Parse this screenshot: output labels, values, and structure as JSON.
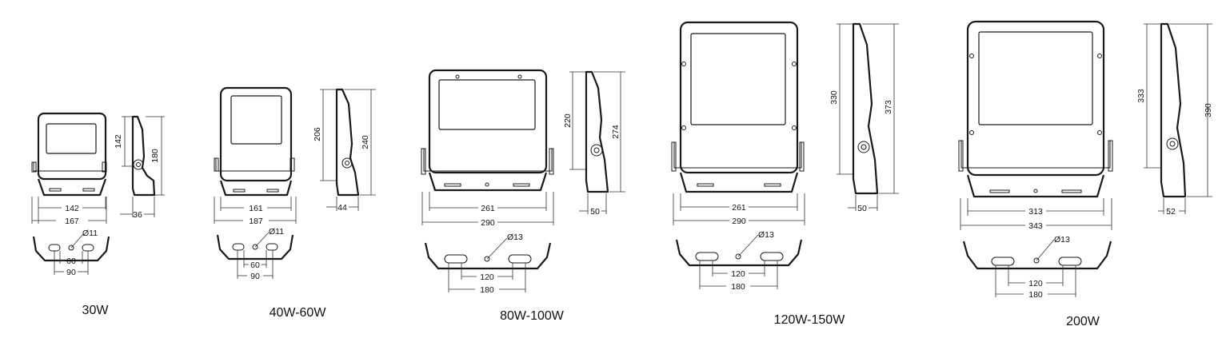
{
  "models": [
    {
      "id": "30w",
      "caption": "30W",
      "front": {
        "width": "142",
        "bracket_width": "167"
      },
      "side": {
        "lamp_height": "142",
        "total_height": "180",
        "depth": "36"
      },
      "bracket": {
        "hole": "Ø11",
        "inner": "60",
        "outer": "90"
      }
    },
    {
      "id": "40w-60w",
      "caption": "40W-60W",
      "front": {
        "width": "161",
        "bracket_width": "187"
      },
      "side": {
        "lamp_height": "206",
        "total_height": "240",
        "depth": "44"
      },
      "bracket": {
        "hole": "Ø11",
        "inner": "60",
        "outer": "90"
      }
    },
    {
      "id": "80w-100w",
      "caption": "80W-100W",
      "front": {
        "width": "261",
        "bracket_width": "290"
      },
      "side": {
        "lamp_height": "220",
        "total_height": "274",
        "depth": "50"
      },
      "bracket": {
        "hole": "Ø13",
        "inner": "120",
        "outer": "180"
      }
    },
    {
      "id": "120w-150w",
      "caption": "120W-150W",
      "front": {
        "width": "261",
        "bracket_width": "290"
      },
      "side": {
        "lamp_height": "330",
        "total_height": "373",
        "depth": "50"
      },
      "bracket": {
        "hole": "Ø13",
        "inner": "120",
        "outer": "180"
      }
    },
    {
      "id": "200w",
      "caption": "200W",
      "front": {
        "width": "313",
        "bracket_width": "343"
      },
      "side": {
        "lamp_height": "333",
        "total_height": "390",
        "depth": "52"
      },
      "bracket": {
        "hole": "Ø13",
        "inner": "120",
        "outer": "180"
      }
    }
  ]
}
